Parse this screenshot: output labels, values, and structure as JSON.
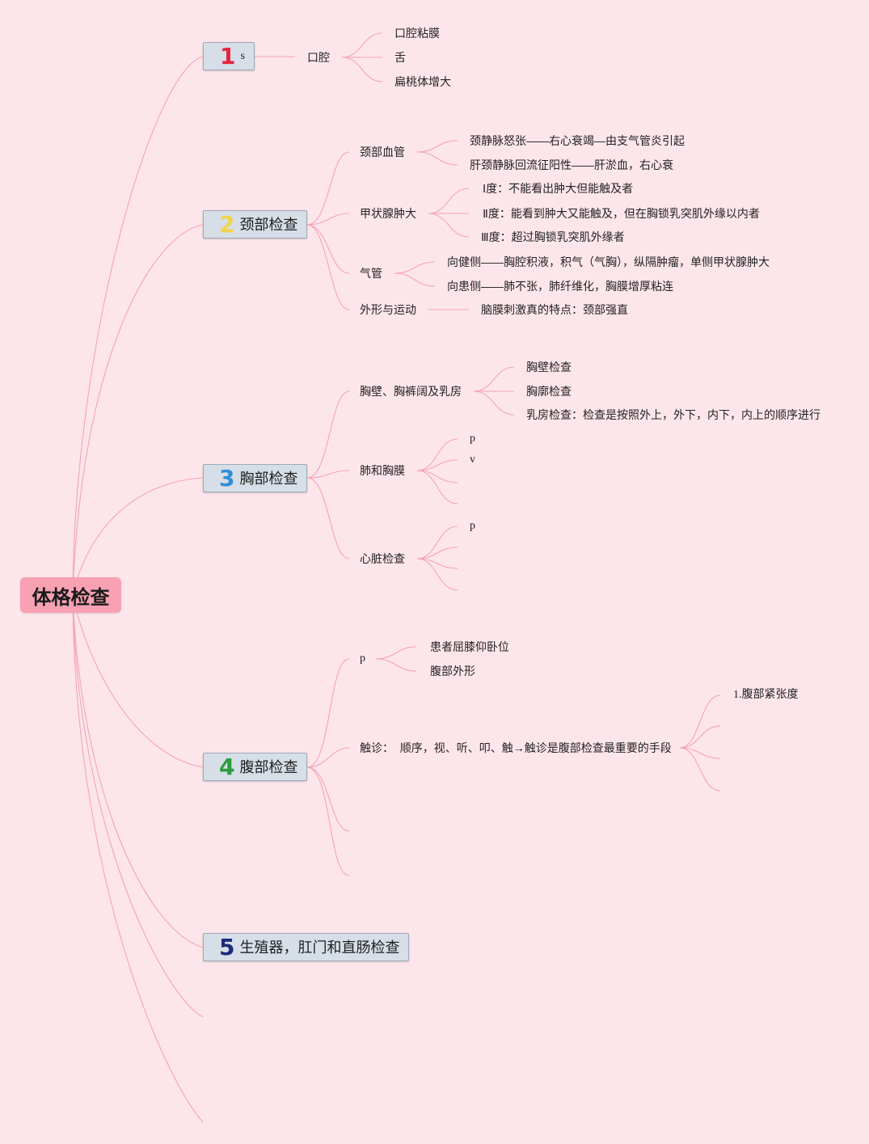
{
  "colors": {
    "background": "#fde6eb",
    "connector": "#f4a3b7",
    "root_fill": "#f7a1b3",
    "topic_fill": "#d6dee7",
    "text": "#222222"
  },
  "root": {
    "label": "体格检查"
  },
  "topics": [
    {
      "number": "1",
      "number_color": "#e3243b",
      "label": "s",
      "children": [
        {
          "label": "口腔",
          "children": [
            "口腔粘膜",
            "舌",
            "扁桃体增大"
          ]
        }
      ]
    },
    {
      "number": "2",
      "number_color": "#f4d34a",
      "label": "颈部检查",
      "children": [
        {
          "label": "颈部血管",
          "children": [
            "颈静脉怒张——右心衰竭—由支气管炎引起",
            "肝颈静脉回流征阳性——肝淤血，右心衰"
          ]
        },
        {
          "label": "甲状腺肿大",
          "children": [
            "Ⅰ度：不能看出肿大但能触及者",
            "Ⅱ度：能看到肿大又能触及，但在胸锁乳突肌外缘以内者",
            "Ⅲ度：超过胸锁乳突肌外缘者"
          ]
        },
        {
          "label": "气管",
          "children": [
            "向健侧——胸腔积液，积气（气胸），纵隔肿瘤，单侧甲状腺肿大",
            "向患侧——肺不张，肺纤维化，胸膜增厚粘连"
          ]
        },
        {
          "label": "外形与运动",
          "children": [
            "脑膜刺激真的特点：颈部强直"
          ]
        }
      ]
    },
    {
      "number": "3",
      "number_color": "#2f8fd8",
      "label": "胸部检查",
      "children": [
        {
          "label": "胸壁、胸裤阔及乳房",
          "children": [
            "胸壁检查",
            "胸廓检查",
            "乳房检查：检查是按照外上，外下，内下，内上的顺序进行"
          ]
        },
        {
          "label": "肺和胸膜",
          "children": [
            "p",
            "v"
          ]
        },
        {
          "label": "心脏检查",
          "children": [
            "p"
          ]
        }
      ]
    },
    {
      "number": "4",
      "number_color": "#2a9d3c",
      "label": "腹部检查",
      "children": [
        {
          "label": "p",
          "children": [
            "患者屈膝仰卧位",
            "腹部外形"
          ]
        },
        {
          "label": "触诊：  顺序，视、听、叩、触→触诊是腹部检查最重要的手段",
          "children": [
            "1.腹部紧张度"
          ]
        }
      ]
    },
    {
      "number": "5",
      "number_color": "#1e2a78",
      "label": "生殖器，肛门和直肠检查",
      "children": []
    }
  ]
}
